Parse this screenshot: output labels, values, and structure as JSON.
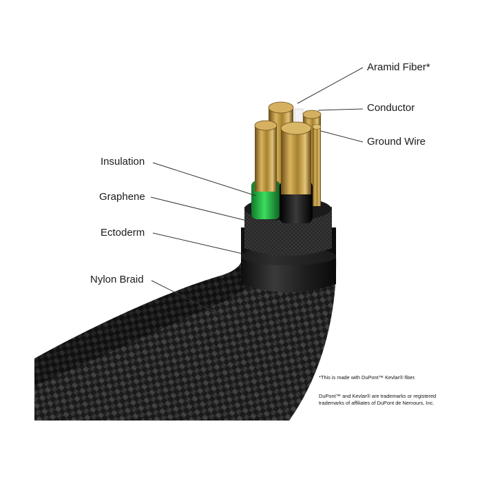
{
  "labels": {
    "aramid_fiber": "Aramid Fiber*",
    "conductor": "Conductor",
    "ground_wire": "Ground Wire",
    "insulation": "Insulation",
    "graphene": "Graphene",
    "ectoderm": "Ectoderm",
    "nylon_braid": "Nylon Braid"
  },
  "footnotes": {
    "kevlar_note": "*This is made with DuPont™ Kevlar® fiber.",
    "trademark_line1": "DuPont™ and Kevlar® are trademarks or registered",
    "trademark_line2": "trademarks of affiliates of DuPont de Nemours, Inc."
  },
  "colors": {
    "braid": "#1c1c1c",
    "ectoderm_jacket": "#1e1e1e",
    "graphene_layer": "#2a2a2a",
    "copper": "#c9a24a",
    "insulation_green": "#27c24a",
    "insulation_black": "#111111",
    "leader_line": "#333333"
  }
}
